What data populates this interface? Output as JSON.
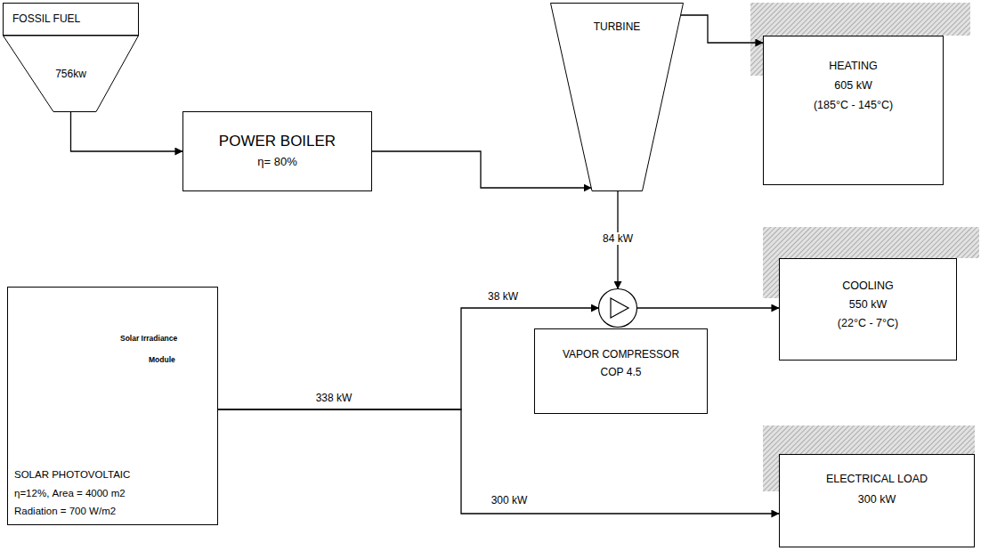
{
  "diagram": {
    "nodes": [
      {
        "text": [
          "FOSSIL FUEL"
        ]
      },
      {
        "text": [
          "756kw"
        ]
      },
      {
        "text": [
          "POWER BOILER",
          "η= 80%"
        ]
      },
      {
        "text": [
          "TURBINE"
        ]
      },
      {
        "text": [
          "HEATING",
          "605 kW",
          "(185°C - 145°C)"
        ]
      },
      {
        "text": [
          "VAPOR COMPRESSOR",
          "COP 4.5"
        ]
      },
      {
        "text": [
          "COOLING",
          "550 kW",
          "(22°C - 7°C)"
        ]
      },
      {
        "text": [
          "Solar Irradiance",
          "Module",
          "SOLAR PHOTOVOLTAIC",
          "η=12%, Area = 4000 m2",
          "Radiation = 700 W/m2"
        ]
      },
      {
        "text": [
          "ELECTRICAL LOAD",
          "300 kW"
        ]
      }
    ],
    "edges": [
      {
        "from": 1,
        "to": 2,
        "arrow": "to"
      },
      {
        "from": 2,
        "to": 3,
        "arrow": "to"
      },
      {
        "from": 3,
        "to": 4,
        "arrow": "to"
      },
      {
        "from": 3,
        "to": 5,
        "label": "84 kW",
        "arrow": "to"
      },
      {
        "from": 7,
        "to": 5,
        "label": "38 kW",
        "arrow": "to"
      },
      {
        "from": 7,
        "to": 8,
        "label": "300 kW",
        "arrow": "to"
      },
      {
        "from": 5,
        "to": 6,
        "arrow": "to"
      }
    ],
    "labels": [
      "338 kW"
    ]
  }
}
